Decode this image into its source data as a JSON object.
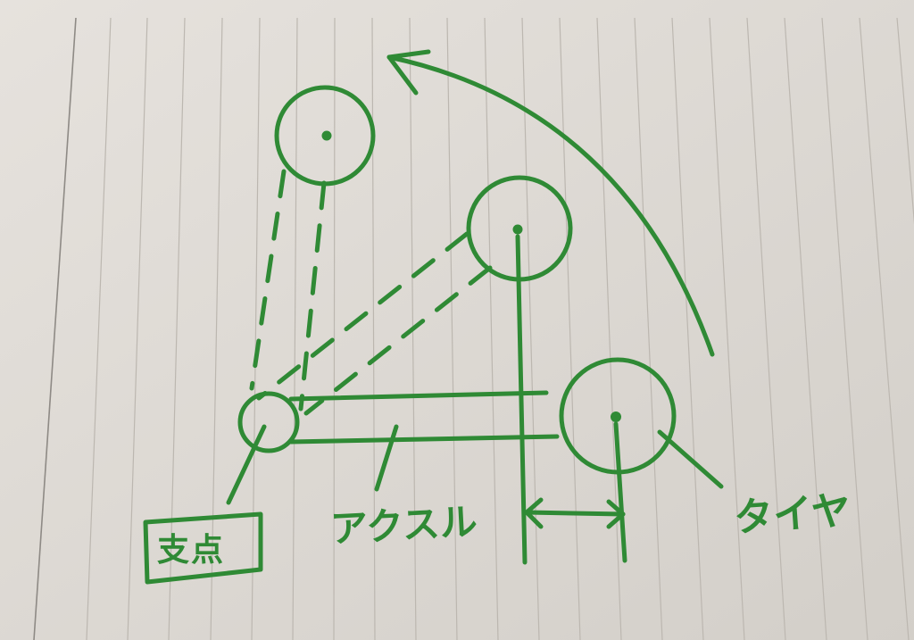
{
  "labels": {
    "fulcrum": "支点",
    "axle": "アクスル",
    "tire": "タイヤ"
  },
  "colors": {
    "ink": "#2f8a35",
    "paper": "#e3dfda",
    "rule": "#b9b4ad"
  }
}
